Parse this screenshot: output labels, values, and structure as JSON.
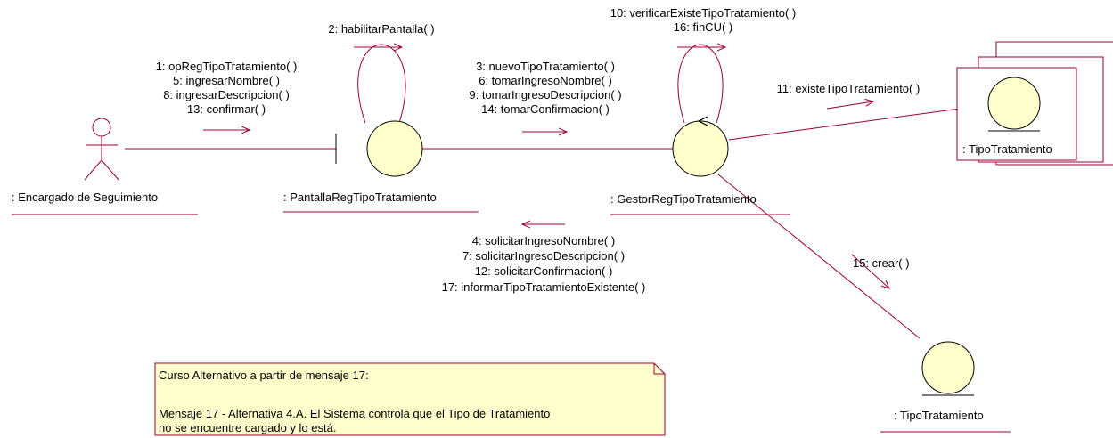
{
  "actor": {
    "label": ": Encargado de Seguimiento"
  },
  "boundary": {
    "label": ": PantallaRegTipoTratamiento"
  },
  "control": {
    "label": ": GestorRegTipoTratamiento"
  },
  "entity_multi": {
    "label": ": TipoTratamiento"
  },
  "entity_single": {
    "label": ": TipoTratamiento"
  },
  "messages": {
    "actor_to_boundary": [
      "1: opRegTipoTratamiento( )",
      "5: ingresarNombre( )",
      "8: ingresarDescripcion( )",
      "13: confirmar( )"
    ],
    "boundary_self": [
      "2: habilitarPantalla( )"
    ],
    "boundary_to_control": [
      "3: nuevoTipoTratamiento( )",
      "6: tomarIngresoNombre( )",
      "9: tomarIngresoDescripcion( )",
      "14: tomarConfirmacion( )"
    ],
    "control_self": [
      "10: verificarExisteTipoTratamiento( )",
      "16: finCU( )"
    ],
    "control_to_entity_multi": [
      "11: existeTipoTratamiento( )"
    ],
    "control_to_boundary": [
      "4: solicitarIngresoNombre( )",
      "7: solicitarIngresoDescripcion( )",
      "12: solicitarConfirmacion( )",
      "17: informarTipoTratamientoExistente( )"
    ],
    "control_to_entity_single": [
      "15: crear( )"
    ]
  },
  "note": {
    "line1": "Curso Alternativo a partir de mensaje 17:",
    "line2": "Mensaje 17  -  Alternativa 4.A. El Sistema controla que el Tipo de Tratamiento",
    "line3": "no se encuentre cargado y lo está."
  },
  "colors": {
    "object_fill": "#ffffcc",
    "note_fill": "#ffffcc",
    "link": "#990033",
    "stroke": "#000000"
  }
}
